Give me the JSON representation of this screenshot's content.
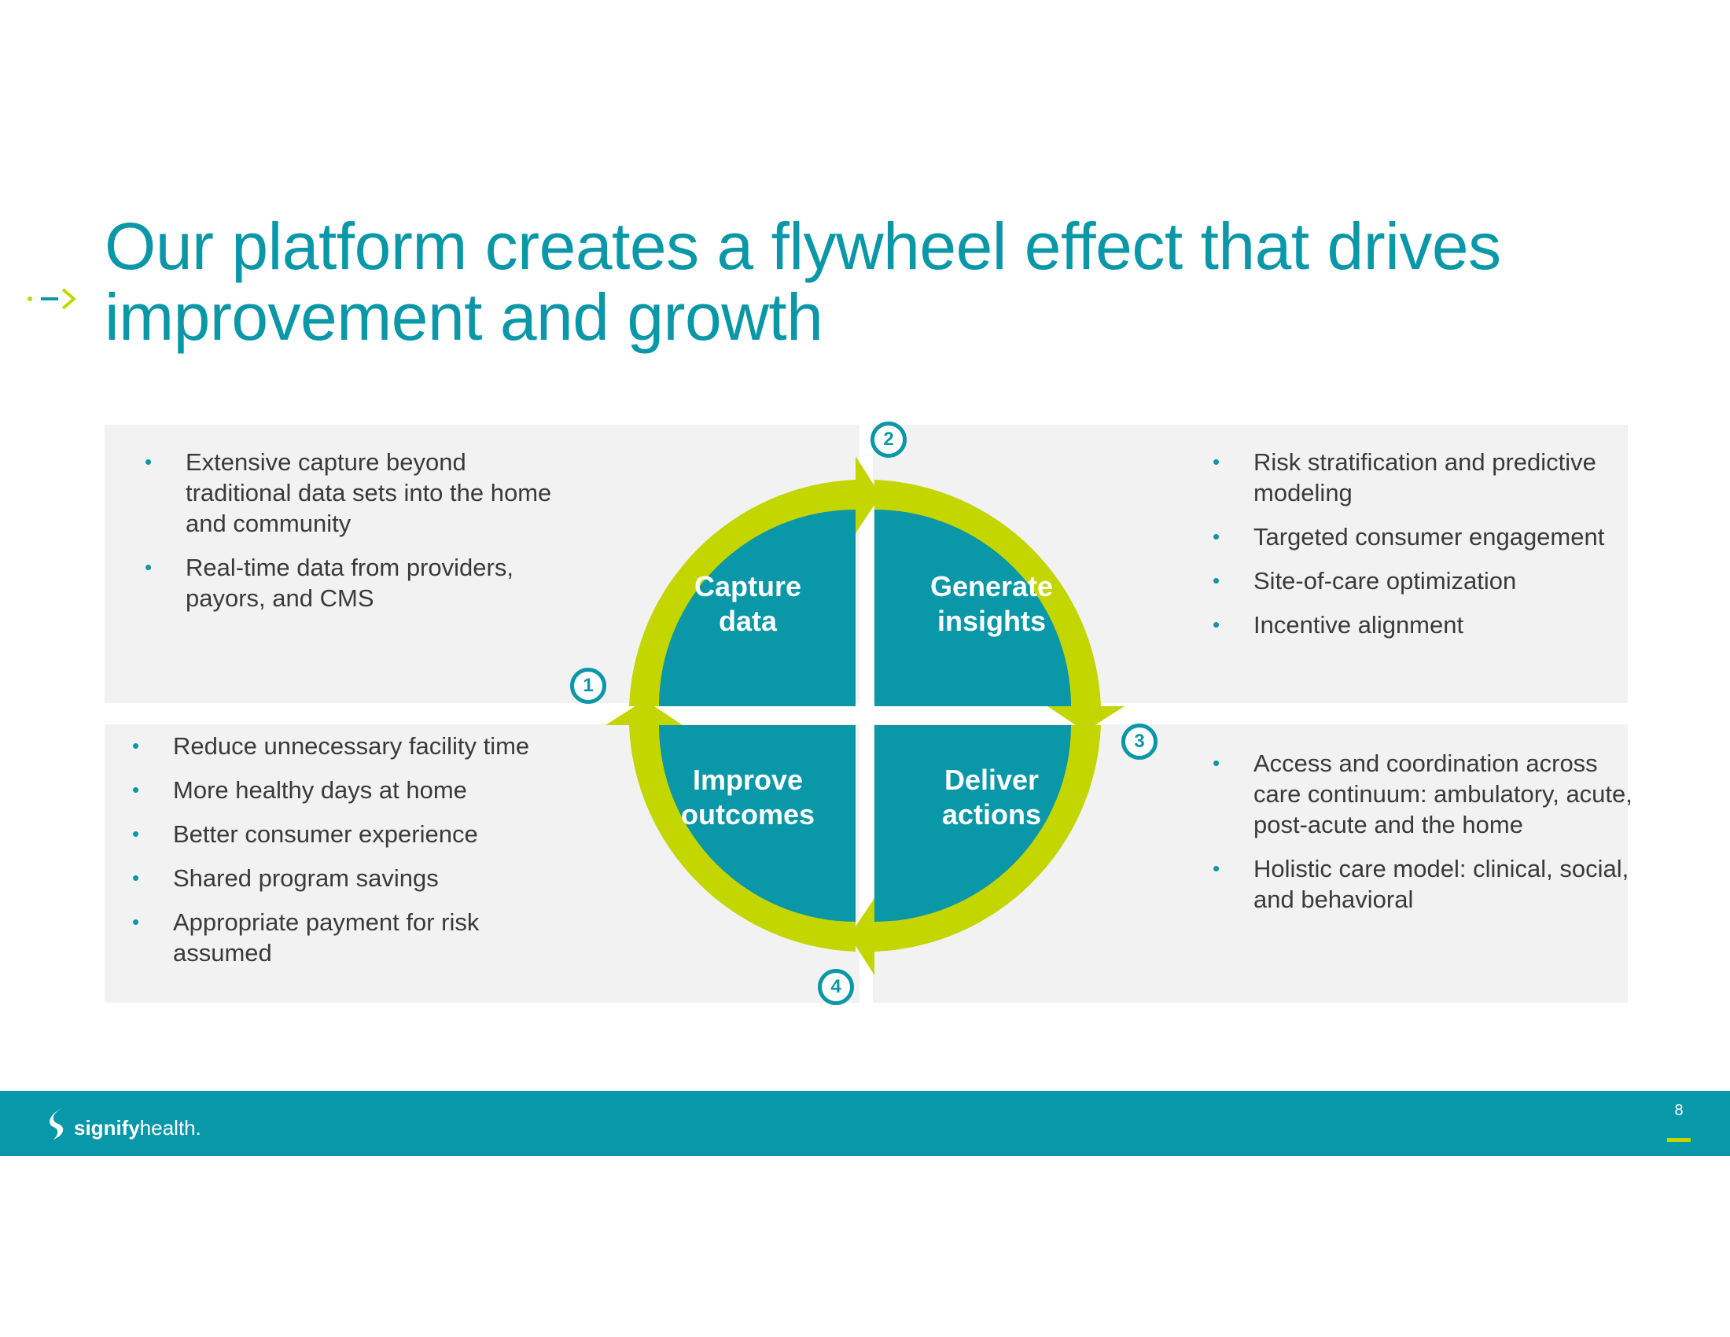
{
  "slide": {
    "title": "Our platform creates a flywheel effect that drives improvement and growth",
    "page_number": "8"
  },
  "colors": {
    "teal": "#0a97a7",
    "lime": "#c3d600",
    "panel_gray": "#f2f2f2",
    "footer_teal": "#0898a9"
  },
  "flywheel": {
    "quadrants": [
      {
        "label": "Capture\ndata",
        "step": "1"
      },
      {
        "label": "Generate\ninsights",
        "step": "2"
      },
      {
        "label": "Deliver\nactions",
        "step": "3"
      },
      {
        "label": "Improve\noutcomes",
        "step": "4"
      }
    ]
  },
  "panels": {
    "capture": [
      "Extensive capture beyond traditional data sets into the home and community",
      "Real-time data from providers, payors, and CMS"
    ],
    "insights": [
      "Risk stratification and predictive modeling",
      "Targeted consumer engagement",
      "Site-of-care optimization",
      "Incentive alignment"
    ],
    "actions": [
      "Access and coordination across care continuum: ambulatory, acute, post-acute and the home",
      "Holistic care model: clinical, social, and behavioral"
    ],
    "outcomes": [
      "Reduce unnecessary facility time",
      "More healthy days at home",
      "Better consumer experience",
      "Shared program savings",
      "Appropriate payment for risk assumed"
    ]
  },
  "footer": {
    "logo_bold": "signify",
    "logo_light": "health."
  }
}
